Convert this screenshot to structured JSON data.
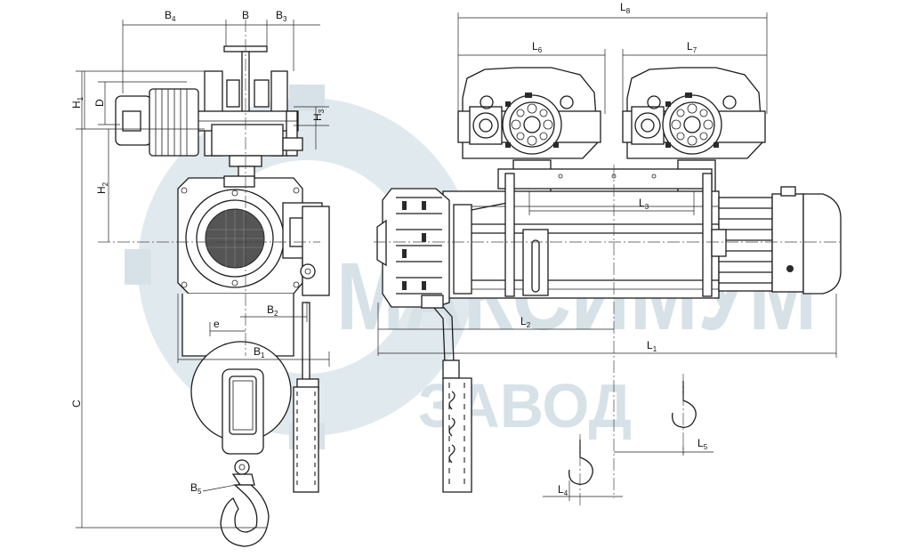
{
  "watermark": {
    "line1": "МАКСИМУМ",
    "line2": "ЗАВОД",
    "gear_icon": "gear-icon",
    "color": "#d6e2e8"
  },
  "dimensions": {
    "B4": {
      "base": "B",
      "sub": "4"
    },
    "B": {
      "base": "B",
      "sub": ""
    },
    "B3": {
      "base": "B",
      "sub": "3"
    },
    "H1": {
      "base": "H",
      "sub": "1"
    },
    "D": {
      "base": "D",
      "sub": ""
    },
    "H3": {
      "base": "H",
      "sub": "3"
    },
    "H2": {
      "base": "H",
      "sub": "2"
    },
    "C": {
      "base": "C",
      "sub": ""
    },
    "e": {
      "base": "e",
      "sub": ""
    },
    "B2": {
      "base": "B",
      "sub": "2"
    },
    "B1": {
      "base": "B",
      "sub": "1"
    },
    "B5": {
      "base": "B",
      "sub": "5"
    },
    "L8": {
      "base": "L",
      "sub": "8"
    },
    "L6": {
      "base": "L",
      "sub": "6"
    },
    "L7": {
      "base": "L",
      "sub": "7"
    },
    "L3": {
      "base": "L",
      "sub": "3"
    },
    "L2": {
      "base": "L",
      "sub": "2"
    },
    "L1": {
      "base": "L",
      "sub": "1"
    },
    "L5": {
      "base": "L",
      "sub": "5"
    },
    "L4": {
      "base": "L",
      "sub": "4"
    }
  }
}
